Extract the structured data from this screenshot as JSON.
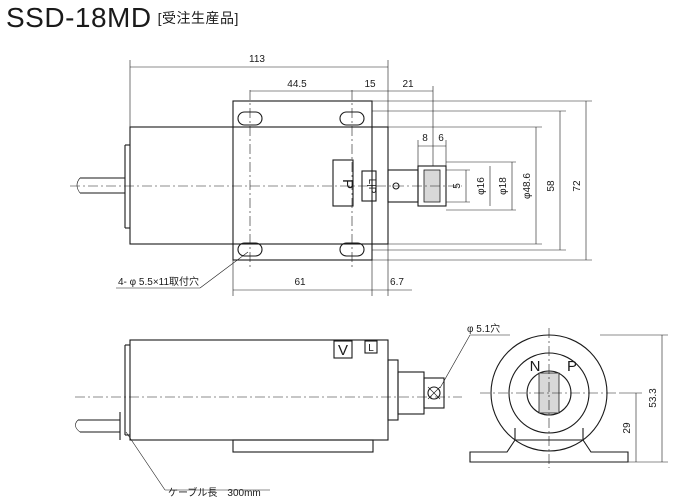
{
  "title": {
    "model": "SSD-18MD",
    "note": "[受注生産品]"
  },
  "dimensions": {
    "overall_length": "113",
    "slot_pitch": "44.5",
    "flange_offset": "15",
    "stroke_extension": "21",
    "dim_8": "8",
    "dim_6": "6",
    "dim_5": "5",
    "dia_16": "φ16",
    "dia_18": "φ18",
    "dia_48_6": "φ48.6",
    "height_58": "58",
    "height_72": "72",
    "base_61": "61",
    "base_6_7": "6.7",
    "height_53_3": "53.3",
    "height_29": "29"
  },
  "labels": {
    "mount_holes": "4- φ 5.5×11取付穴",
    "side_hole": "φ 5.1穴",
    "cable": "ケーブル長　300mm",
    "v_mark": "V",
    "p_mark": "P",
    "l_mark": "L",
    "lp_mark": "L|P",
    "n_pole": "N",
    "p_pole": "P"
  }
}
